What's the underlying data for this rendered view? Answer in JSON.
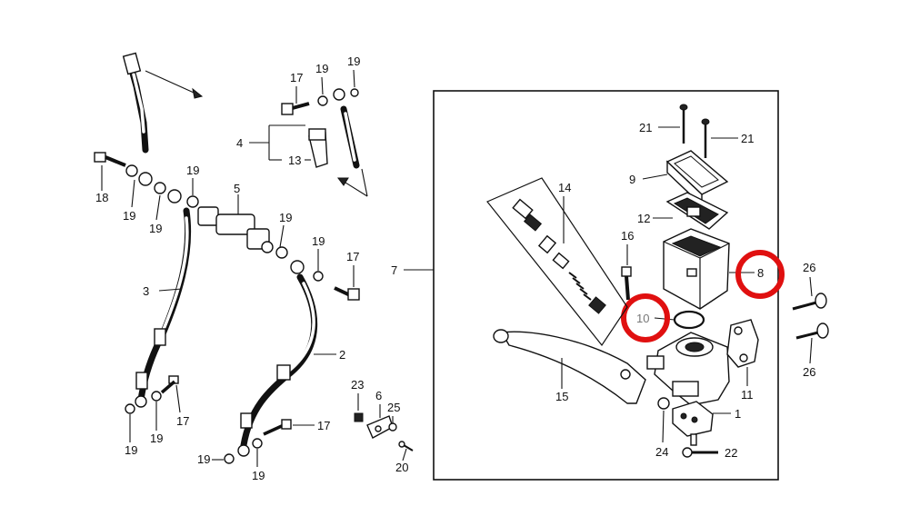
{
  "diagram": {
    "labels": [
      {
        "id": "l1",
        "text": "1"
      },
      {
        "id": "l2",
        "text": "2"
      },
      {
        "id": "l3",
        "text": "3"
      },
      {
        "id": "l4",
        "text": "4"
      },
      {
        "id": "l5",
        "text": "5"
      },
      {
        "id": "l6",
        "text": "6"
      },
      {
        "id": "l7",
        "text": "7"
      },
      {
        "id": "l8",
        "text": "8"
      },
      {
        "id": "l9",
        "text": "9"
      },
      {
        "id": "l10",
        "text": "10"
      },
      {
        "id": "l11",
        "text": "11"
      },
      {
        "id": "l12",
        "text": "12"
      },
      {
        "id": "l13",
        "text": "13"
      },
      {
        "id": "l14",
        "text": "14"
      },
      {
        "id": "l15",
        "text": "15"
      },
      {
        "id": "l16",
        "text": "16"
      },
      {
        "id": "l17a",
        "text": "17"
      },
      {
        "id": "l17b",
        "text": "17"
      },
      {
        "id": "l17c",
        "text": "17"
      },
      {
        "id": "l17d",
        "text": "17"
      },
      {
        "id": "l18",
        "text": "18"
      },
      {
        "id": "l19a",
        "text": "19"
      },
      {
        "id": "l19b",
        "text": "19"
      },
      {
        "id": "l19c",
        "text": "19"
      },
      {
        "id": "l19d",
        "text": "19"
      },
      {
        "id": "l19e",
        "text": "19"
      },
      {
        "id": "l19f",
        "text": "19"
      },
      {
        "id": "l19g",
        "text": "19"
      },
      {
        "id": "l19h",
        "text": "19"
      },
      {
        "id": "l19i",
        "text": "19"
      },
      {
        "id": "l19j",
        "text": "19"
      },
      {
        "id": "l19k",
        "text": "19"
      },
      {
        "id": "l19l",
        "text": "19"
      },
      {
        "id": "l20",
        "text": "20"
      },
      {
        "id": "l21a",
        "text": "21"
      },
      {
        "id": "l21b",
        "text": "21"
      },
      {
        "id": "l22",
        "text": "22"
      },
      {
        "id": "l23",
        "text": "23"
      },
      {
        "id": "l24",
        "text": "24"
      },
      {
        "id": "l25",
        "text": "25"
      },
      {
        "id": "l26a",
        "text": "26"
      },
      {
        "id": "l26b",
        "text": "26"
      }
    ],
    "highlight_color": "#e01010",
    "highlighted_parts": [
      "8",
      "10"
    ]
  }
}
